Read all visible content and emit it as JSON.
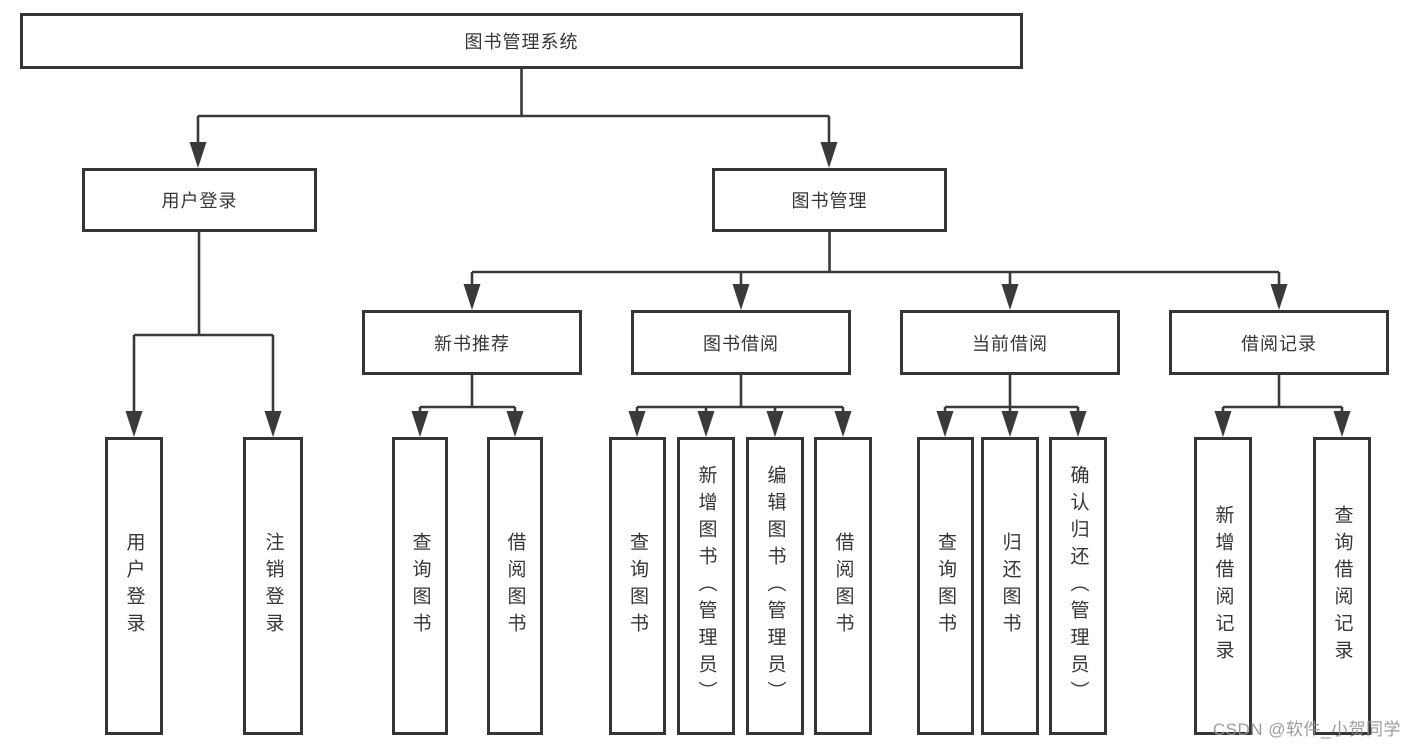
{
  "diagram": {
    "root": {
      "label": "图书管理系统"
    },
    "branches": [
      {
        "label": "用户登录",
        "children": [
          {
            "label": "用户登录"
          },
          {
            "label": "注销登录"
          }
        ]
      },
      {
        "label": "图书管理",
        "children": [
          {
            "label": "新书推荐",
            "children": [
              {
                "label": "查询图书"
              },
              {
                "label": "借阅图书"
              }
            ]
          },
          {
            "label": "图书借阅",
            "children": [
              {
                "label": "查询图书"
              },
              {
                "label": "新增图书（管理员）"
              },
              {
                "label": "编辑图书（管理员）"
              },
              {
                "label": "借阅图书"
              }
            ]
          },
          {
            "label": "当前借阅",
            "children": [
              {
                "label": "查询图书"
              },
              {
                "label": "归还图书"
              },
              {
                "label": "确认归还（管理员）"
              }
            ]
          },
          {
            "label": "借阅记录",
            "children": [
              {
                "label": "新增借阅记录"
              },
              {
                "label": "查询借阅记录"
              }
            ]
          }
        ]
      }
    ]
  },
  "colors": {
    "line": "#3a3a3a",
    "border": "#353535",
    "text": "#363636",
    "watermark": "#949494"
  },
  "watermark": {
    "text": "CSDN @软件_小贺同学"
  }
}
